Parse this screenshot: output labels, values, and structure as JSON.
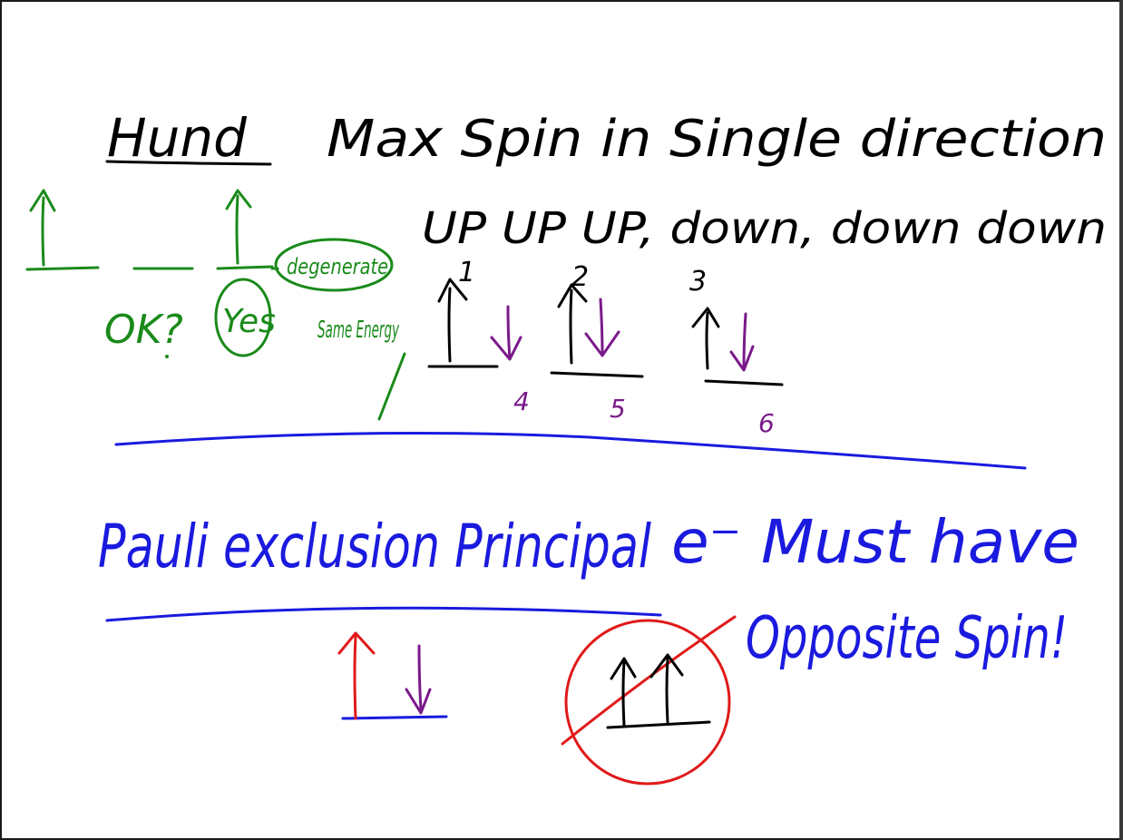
{
  "hund": {
    "title": "Hund",
    "rule": "Max Spin in Single direction",
    "sequence": "UP UP UP, down, down down",
    "order_labels": [
      "1",
      "2",
      "3"
    ],
    "fill_labels": [
      "4",
      "5",
      "6"
    ],
    "question": "OK?",
    "answer": "Yes",
    "degenerate": "degenerate",
    "same_energy": "Same Energy"
  },
  "pauli": {
    "title": "Pauli exclusion Principal",
    "rule_line1": "e⁻ Must have",
    "rule_line2": "Opposite Spin!"
  },
  "colors": {
    "black": "#000000",
    "green": "#1a8a1a",
    "purple": "#7a1a8a",
    "blue": "#1a1adf",
    "red": "#e01a1a"
  }
}
